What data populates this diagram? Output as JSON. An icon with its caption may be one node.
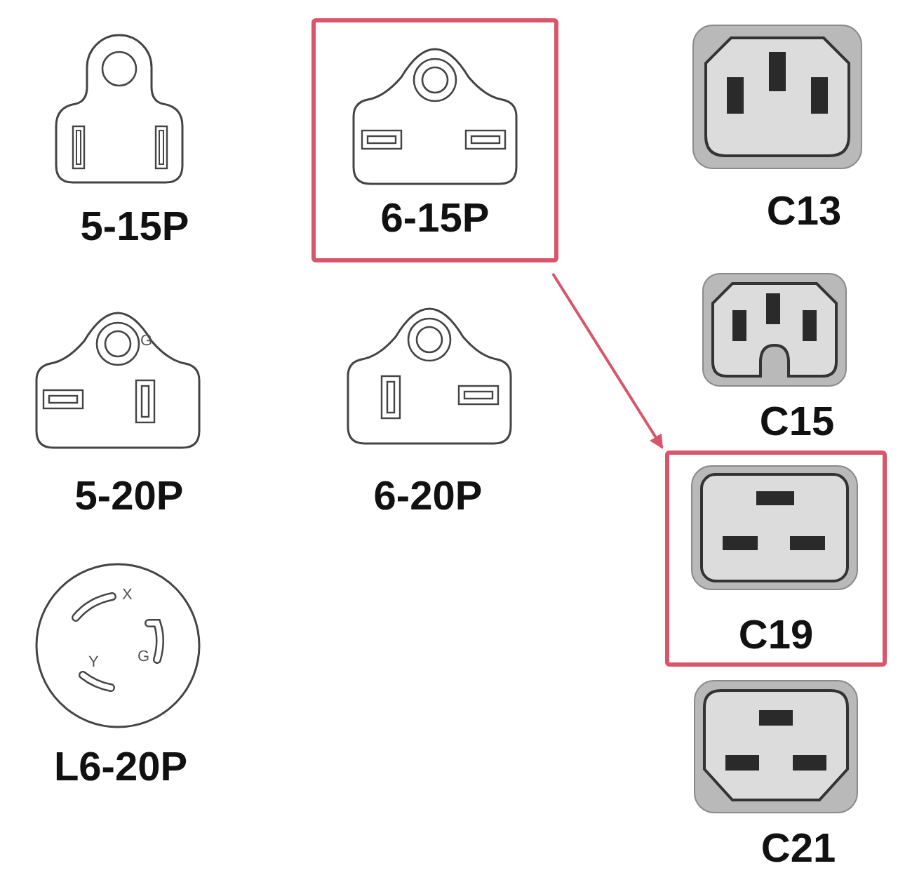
{
  "diagram": {
    "nodes": [
      {
        "text": [
          "6-15P"
        ]
      },
      {
        "text": [
          "C19"
        ]
      }
    ],
    "edges": [
      {
        "from": 0,
        "to": 1,
        "arrow": "to"
      }
    ],
    "labels": [
      "5-15P",
      "C13",
      "C15",
      "G",
      "5-20P",
      "6-20P",
      "X",
      "G",
      "Y",
      "L6-20P",
      "C21"
    ]
  }
}
